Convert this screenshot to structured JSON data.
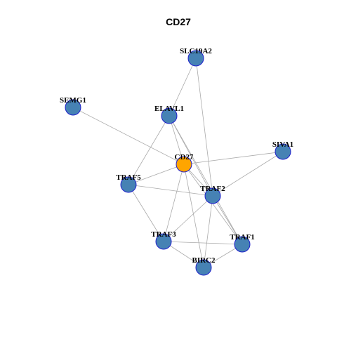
{
  "title": "CD27",
  "colors": {
    "center_node": "#FFA500",
    "node_fill": "#4682B4",
    "node_stroke": "#1F1FCC",
    "edge": "#AAAAAA"
  },
  "nodes": [
    {
      "id": "SLC19A2",
      "label": "SLC19A2",
      "center": false
    },
    {
      "id": "SEMG1",
      "label": "SEMG1",
      "center": false
    },
    {
      "id": "ELAVL1",
      "label": "ELAVL1",
      "center": false
    },
    {
      "id": "SIVA1",
      "label": "SIVA1",
      "center": false
    },
    {
      "id": "CD27",
      "label": "CD27",
      "center": true
    },
    {
      "id": "TRAF5",
      "label": "TRAF5",
      "center": false
    },
    {
      "id": "TRAF2",
      "label": "TRAF2",
      "center": false
    },
    {
      "id": "TRAF3",
      "label": "TRAF3",
      "center": false
    },
    {
      "id": "TRAF1",
      "label": "TRAF1",
      "center": false
    },
    {
      "id": "BIRC2",
      "label": "BIRC2",
      "center": false
    }
  ],
  "edges": [
    [
      "CD27",
      "SEMG1"
    ],
    [
      "CD27",
      "ELAVL1"
    ],
    [
      "CD27",
      "SIVA1"
    ],
    [
      "CD27",
      "TRAF5"
    ],
    [
      "CD27",
      "TRAF2"
    ],
    [
      "CD27",
      "TRAF3"
    ],
    [
      "CD27",
      "TRAF1"
    ],
    [
      "CD27",
      "BIRC2"
    ],
    [
      "SLC19A2",
      "ELAVL1"
    ],
    [
      "SLC19A2",
      "TRAF2"
    ],
    [
      "ELAVL1",
      "TRAF5"
    ],
    [
      "ELAVL1",
      "TRAF2"
    ],
    [
      "ELAVL1",
      "TRAF1"
    ],
    [
      "SIVA1",
      "TRAF2"
    ],
    [
      "TRAF5",
      "TRAF2"
    ],
    [
      "TRAF5",
      "TRAF3"
    ],
    [
      "TRAF2",
      "TRAF3"
    ],
    [
      "TRAF2",
      "TRAF1"
    ],
    [
      "TRAF2",
      "BIRC2"
    ],
    [
      "TRAF3",
      "TRAF1"
    ],
    [
      "TRAF3",
      "BIRC2"
    ],
    [
      "TRAF1",
      "BIRC2"
    ]
  ]
}
